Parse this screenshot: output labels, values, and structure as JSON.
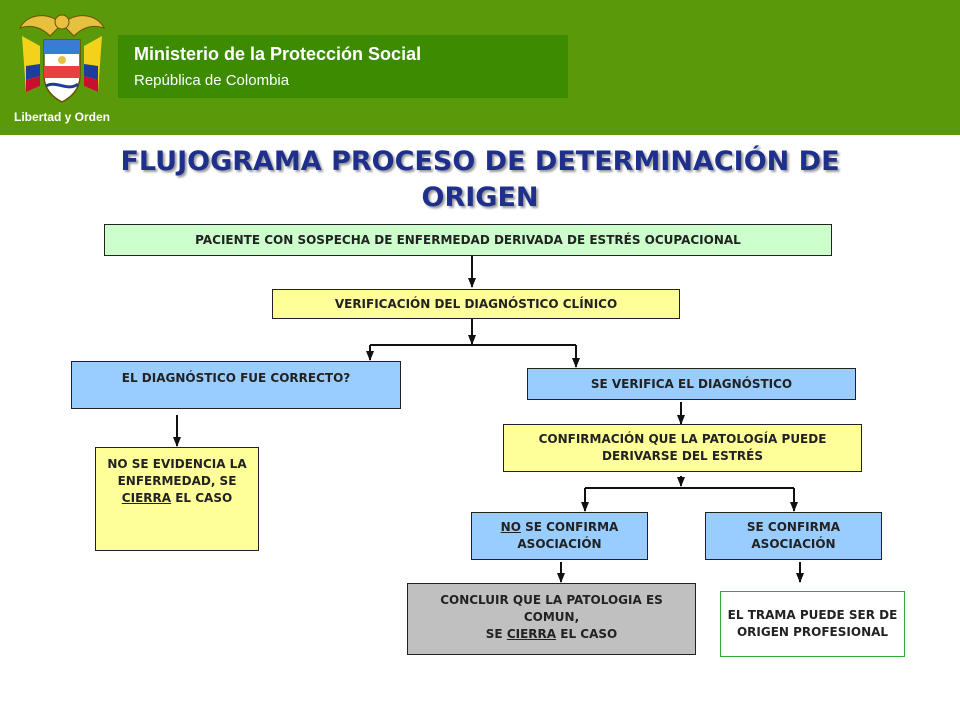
{
  "header": {
    "ministry": "Ministerio de la Protección Social",
    "country": "República de Colombia",
    "motto": "Libertad y Orden"
  },
  "title": "FLUJOGRAMA PROCESO DE DETERMINACIÓN DE ORIGEN",
  "nodes": {
    "paciente": "PACIENTE CON SOSPECHA DE ENFERMEDAD DERIVADA DE ESTRÉS OCUPACIONAL",
    "verificacion": "VERIFICACIÓN DEL DIAGNÓSTICO CLÍNICO",
    "correcto": "EL DIAGNÓSTICO FUE CORRECTO?",
    "se_verifica": "SE VERIFICA EL DIAGNÓSTICO",
    "confirmacion": "CONFIRMACIÓN QUE LA PATOLOGÍA PUEDE DERIVARSE DEL ESTRÉS",
    "no_evidencia": {
      "before": "NO SE EVIDENCIA LA ENFERMEDAD, SE ",
      "underlined": "CIERRA",
      "after": " EL CASO"
    },
    "no_confirma": {
      "underlined": "NO",
      "after": " SE CONFIRMA ASOCIACIÓN"
    },
    "si_confirma": "SE CONFIRMA ASOCIACIÓN",
    "concluir": {
      "line1": "CONCLUIR QUE LA PATOLOGIA ES COMUN,",
      "before": "SE ",
      "underlined": "CIERRA",
      "after": " EL CASO"
    },
    "trama": "EL TRAMA PUEDE SER DE ORIGEN PROFESIONAL"
  },
  "colors": {
    "header_green": "#5a9a0a",
    "title_blue": "#1e2f8c",
    "box_green": "#ccffcc",
    "box_yellow": "#ffff99",
    "box_blue": "#99ccff",
    "box_gray": "#c0c0c0"
  }
}
